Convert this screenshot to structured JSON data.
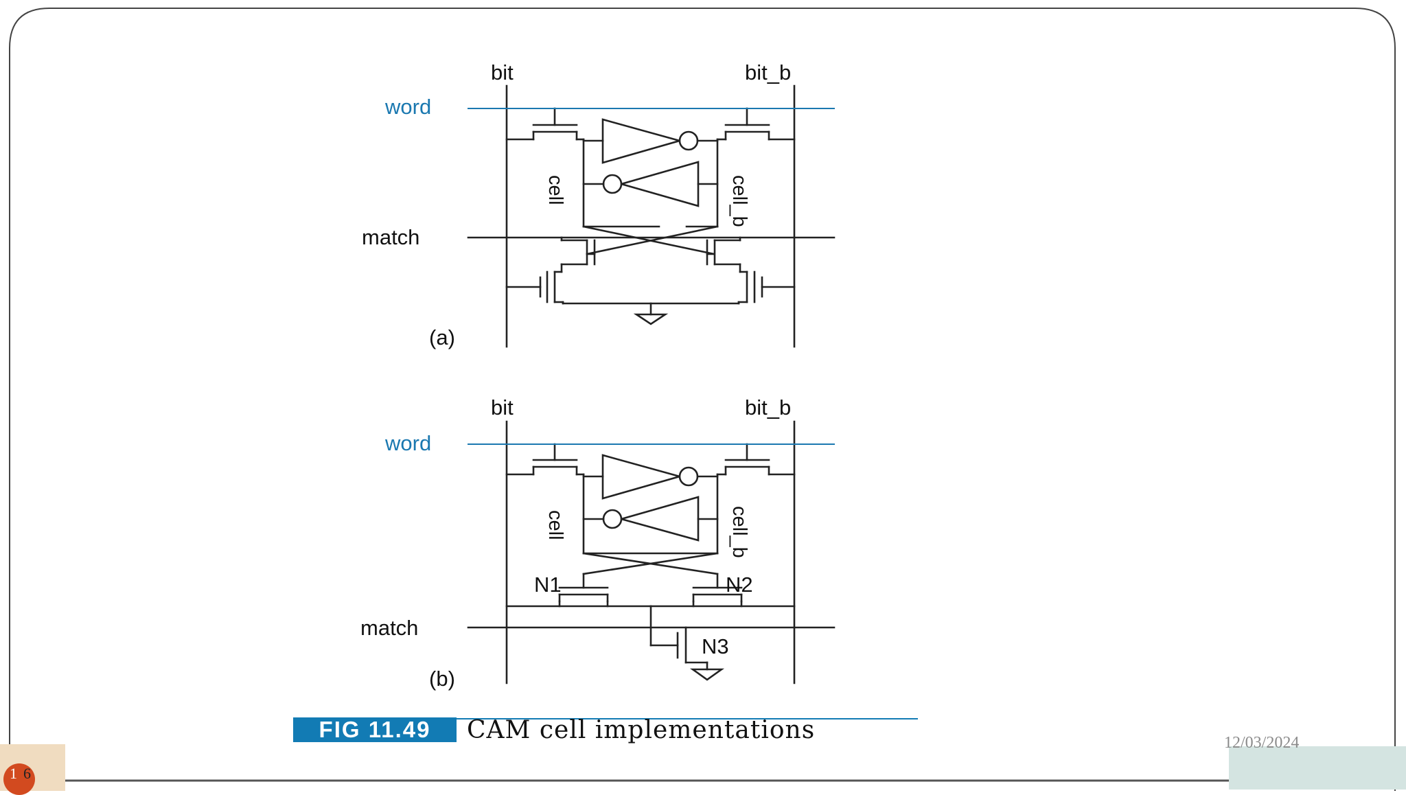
{
  "diagram_a": {
    "bit": "bit",
    "bit_b": "bit_b",
    "word": "word",
    "match": "match",
    "cell": "cell",
    "cell_b": "cell_b",
    "label": "(a)"
  },
  "diagram_b": {
    "bit": "bit",
    "bit_b": "bit_b",
    "word": "word",
    "match": "match",
    "cell": "cell",
    "cell_b": "cell_b",
    "n1": "N1",
    "n2": "N2",
    "n3": "N3",
    "label": "(b)"
  },
  "figure": {
    "tag": "FIG 11.49",
    "caption": "CAM cell implementations"
  },
  "footer": {
    "date": "12/03/2024",
    "slide_number_a": "1",
    "slide_number_b": "6"
  },
  "colors": {
    "accent_blue": "#127bb4",
    "word_line": "#1a78b0",
    "slide_number_circle": "#d24a1f",
    "teal_block": "#d4e4e1",
    "tan_block": "#f0dcc0"
  }
}
